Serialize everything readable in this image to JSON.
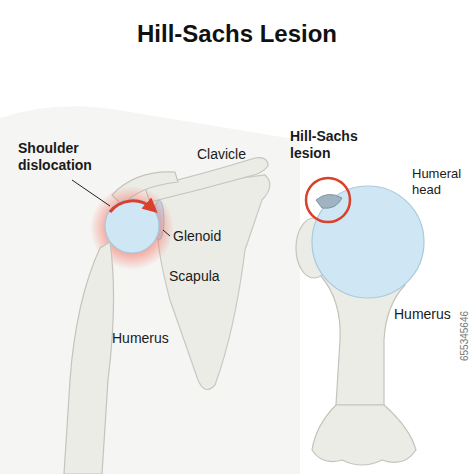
{
  "diagram": {
    "title": "Hill-Sachs Lesion",
    "labels": [
      "Shoulder dislocation",
      "Clavicle",
      "Glenoid",
      "Scapula",
      "Humerus",
      "Hill-Sachs lesion",
      "Humeral head",
      "Humerus",
      "655345646"
    ]
  }
}
